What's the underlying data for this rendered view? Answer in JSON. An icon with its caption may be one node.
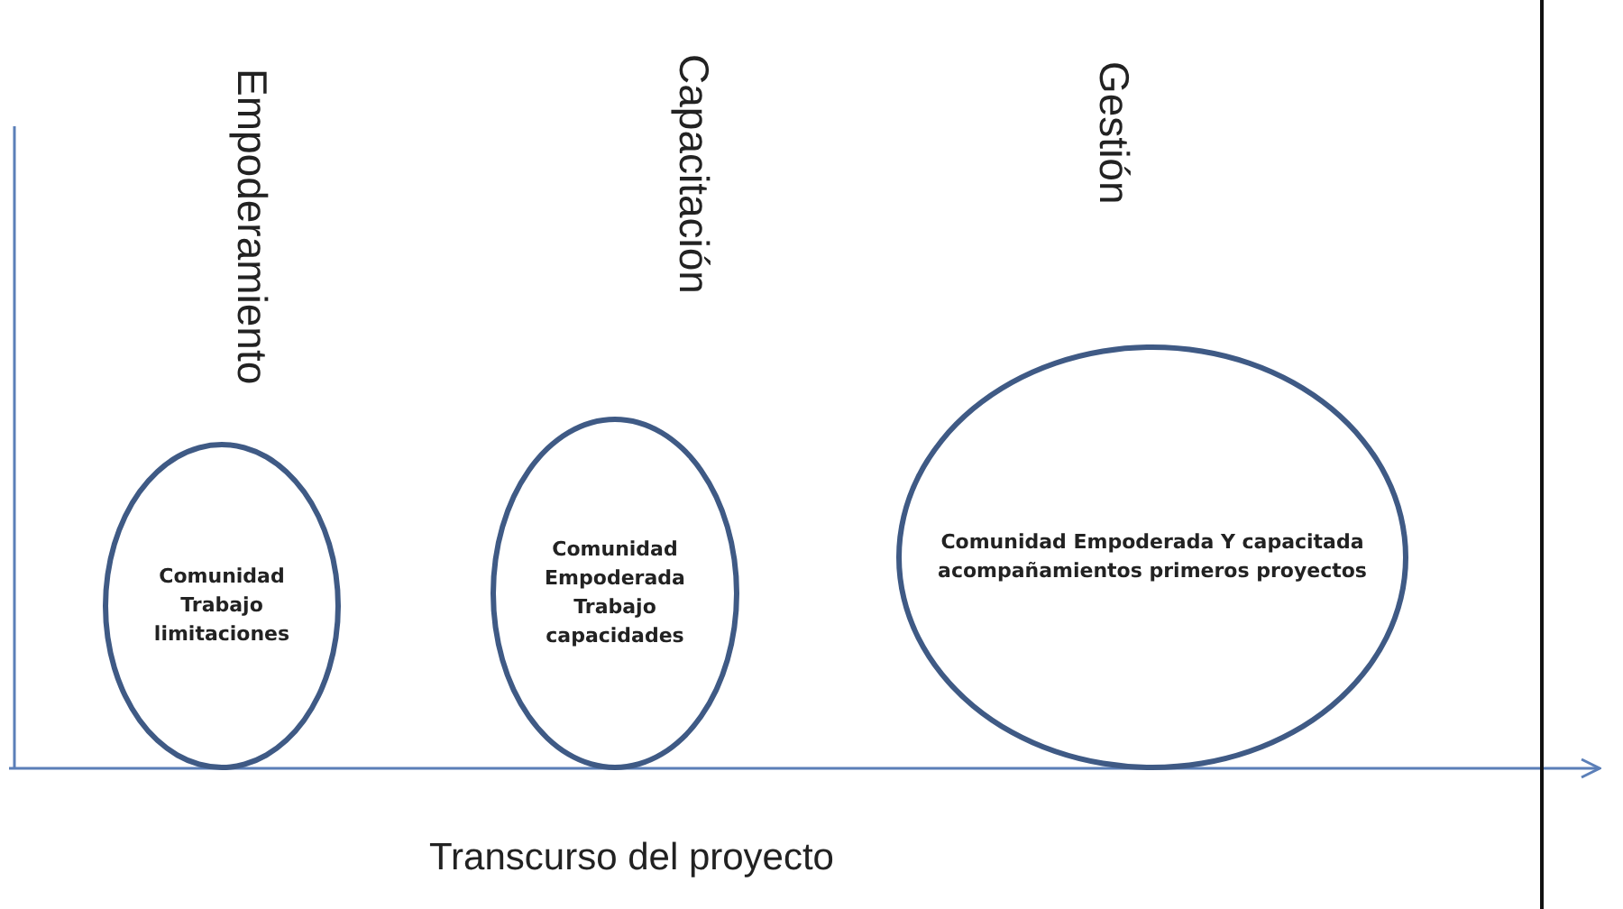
{
  "diagram": {
    "nodes": [
      {
        "text": [
          "Empoderamiento",
          "Comunidad Trabajo limitaciones"
        ]
      },
      {
        "text": [
          "Capacitación",
          "Comunidad Empoderada Trabajo capacidades"
        ]
      },
      {
        "text": [
          "Gestión",
          "Comunidad Empoderada Y capacitada acompañamientos primeros proyectos"
        ]
      }
    ],
    "labels": [
      "Transcurso del proyecto"
    ]
  }
}
